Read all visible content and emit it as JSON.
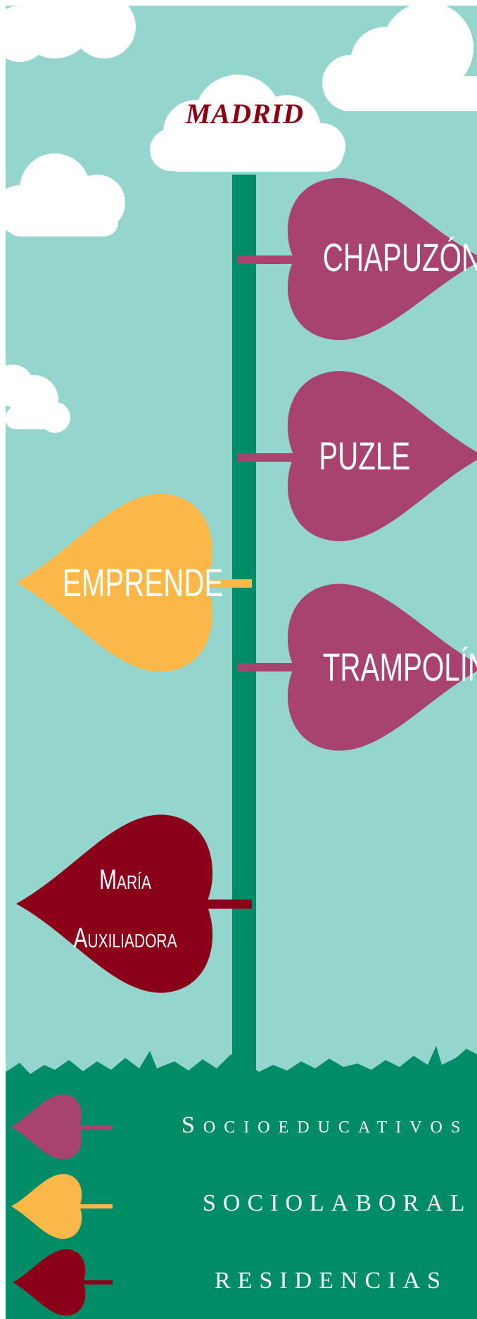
{
  "title": "MADRID",
  "leaves": [
    {
      "label": "CHAPUZÓN",
      "category": "socioeducativos"
    },
    {
      "label": "PUZLE",
      "category": "socioeducativos"
    },
    {
      "label": "EMPRENDE",
      "category": "sociolaboral"
    },
    {
      "label": "TRAMPOLÍN",
      "category": "socioeducativos"
    },
    {
      "label_line1": "María",
      "label_line2": "Auxiliadora",
      "category": "residencias"
    }
  ],
  "legend": [
    {
      "label": "Socioeducativos",
      "color": "#a8426f"
    },
    {
      "label": "sociolaboral",
      "color": "#fbb848"
    },
    {
      "label": "residencias",
      "color": "#8b0018"
    }
  ],
  "colors": {
    "sky": "#94d5ce",
    "stem": "#008c66",
    "grass": "#008c66",
    "cloud": "#ffffff",
    "title": "#8b0012"
  }
}
